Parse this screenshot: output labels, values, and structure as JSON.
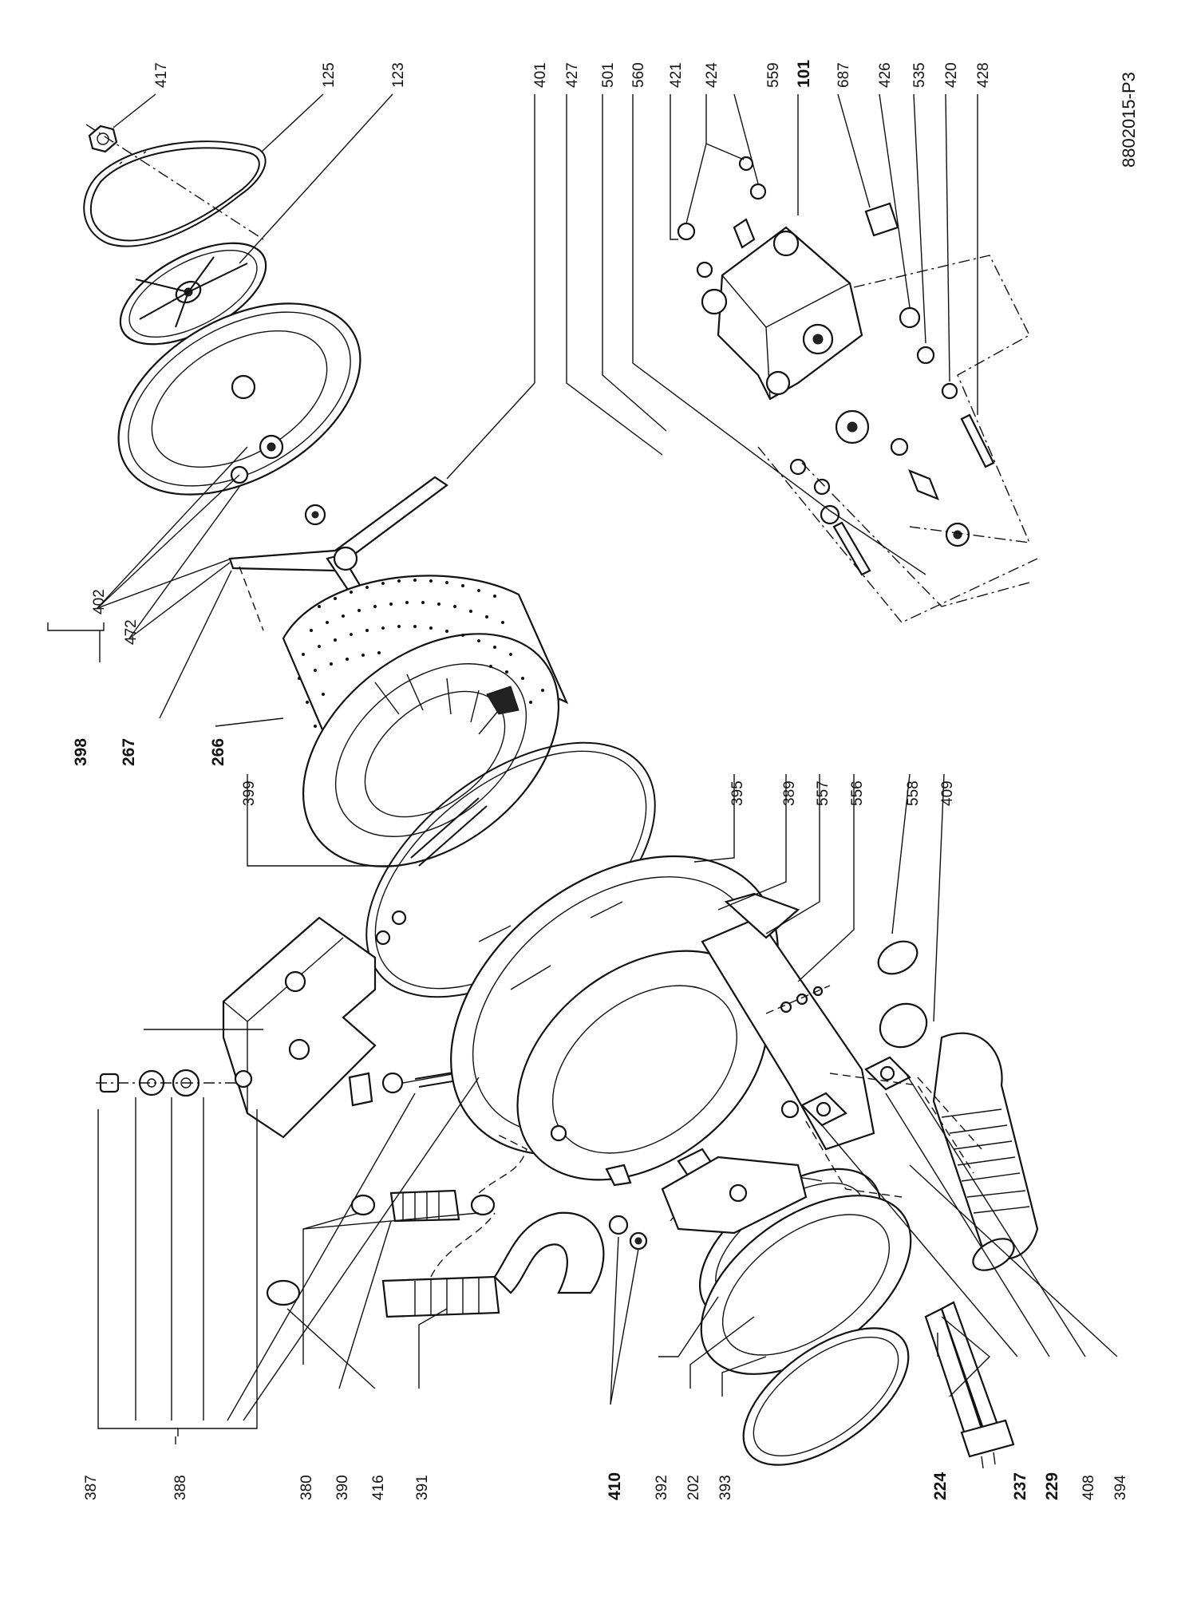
{
  "document_code": "8802015-P3",
  "labels": [
    {
      "id": "417",
      "text": "417",
      "bold": false
    },
    {
      "id": "125",
      "text": "125",
      "bold": false
    },
    {
      "id": "123",
      "text": "123",
      "bold": false
    },
    {
      "id": "401",
      "text": "401",
      "bold": false
    },
    {
      "id": "427",
      "text": "427",
      "bold": false
    },
    {
      "id": "501",
      "text": "501",
      "bold": false
    },
    {
      "id": "560",
      "text": "560",
      "bold": false
    },
    {
      "id": "421",
      "text": "421",
      "bold": false
    },
    {
      "id": "424",
      "text": "424",
      "bold": false
    },
    {
      "id": "559",
      "text": "559",
      "bold": false
    },
    {
      "id": "101",
      "text": "101",
      "bold": true
    },
    {
      "id": "687",
      "text": "687",
      "bold": false
    },
    {
      "id": "426",
      "text": "426",
      "bold": false
    },
    {
      "id": "535",
      "text": "535",
      "bold": false
    },
    {
      "id": "420",
      "text": "420",
      "bold": false
    },
    {
      "id": "428",
      "text": "428",
      "bold": false
    },
    {
      "id": "398",
      "text": "398",
      "bold": true
    },
    {
      "id": "402",
      "text": "402",
      "bold": false
    },
    {
      "id": "472",
      "text": "472",
      "bold": false
    },
    {
      "id": "267",
      "text": "267",
      "bold": true
    },
    {
      "id": "266",
      "text": "266",
      "bold": true
    },
    {
      "id": "399",
      "text": "399",
      "bold": false
    },
    {
      "id": "395",
      "text": "395",
      "bold": false
    },
    {
      "id": "389",
      "text": "389",
      "bold": false
    },
    {
      "id": "557",
      "text": "557",
      "bold": false
    },
    {
      "id": "556",
      "text": "556",
      "bold": false
    },
    {
      "id": "558",
      "text": "558",
      "bold": false
    },
    {
      "id": "409",
      "text": "409",
      "bold": false
    },
    {
      "id": "387",
      "text": "387",
      "bold": false
    },
    {
      "id": "388",
      "text": "388",
      "bold": false
    },
    {
      "id": "380",
      "text": "380",
      "bold": false
    },
    {
      "id": "390",
      "text": "390",
      "bold": false
    },
    {
      "id": "416",
      "text": "416",
      "bold": false
    },
    {
      "id": "391",
      "text": "391",
      "bold": false
    },
    {
      "id": "410",
      "text": "410",
      "bold": true
    },
    {
      "id": "392",
      "text": "392",
      "bold": false
    },
    {
      "id": "202",
      "text": "202",
      "bold": false
    },
    {
      "id": "393",
      "text": "393",
      "bold": false
    },
    {
      "id": "224",
      "text": "224",
      "bold": true
    },
    {
      "id": "237",
      "text": "237",
      "bold": true
    },
    {
      "id": "229",
      "text": "229",
      "bold": true
    },
    {
      "id": "408",
      "text": "408",
      "bold": false
    },
    {
      "id": "394",
      "text": "394",
      "bold": false
    }
  ]
}
